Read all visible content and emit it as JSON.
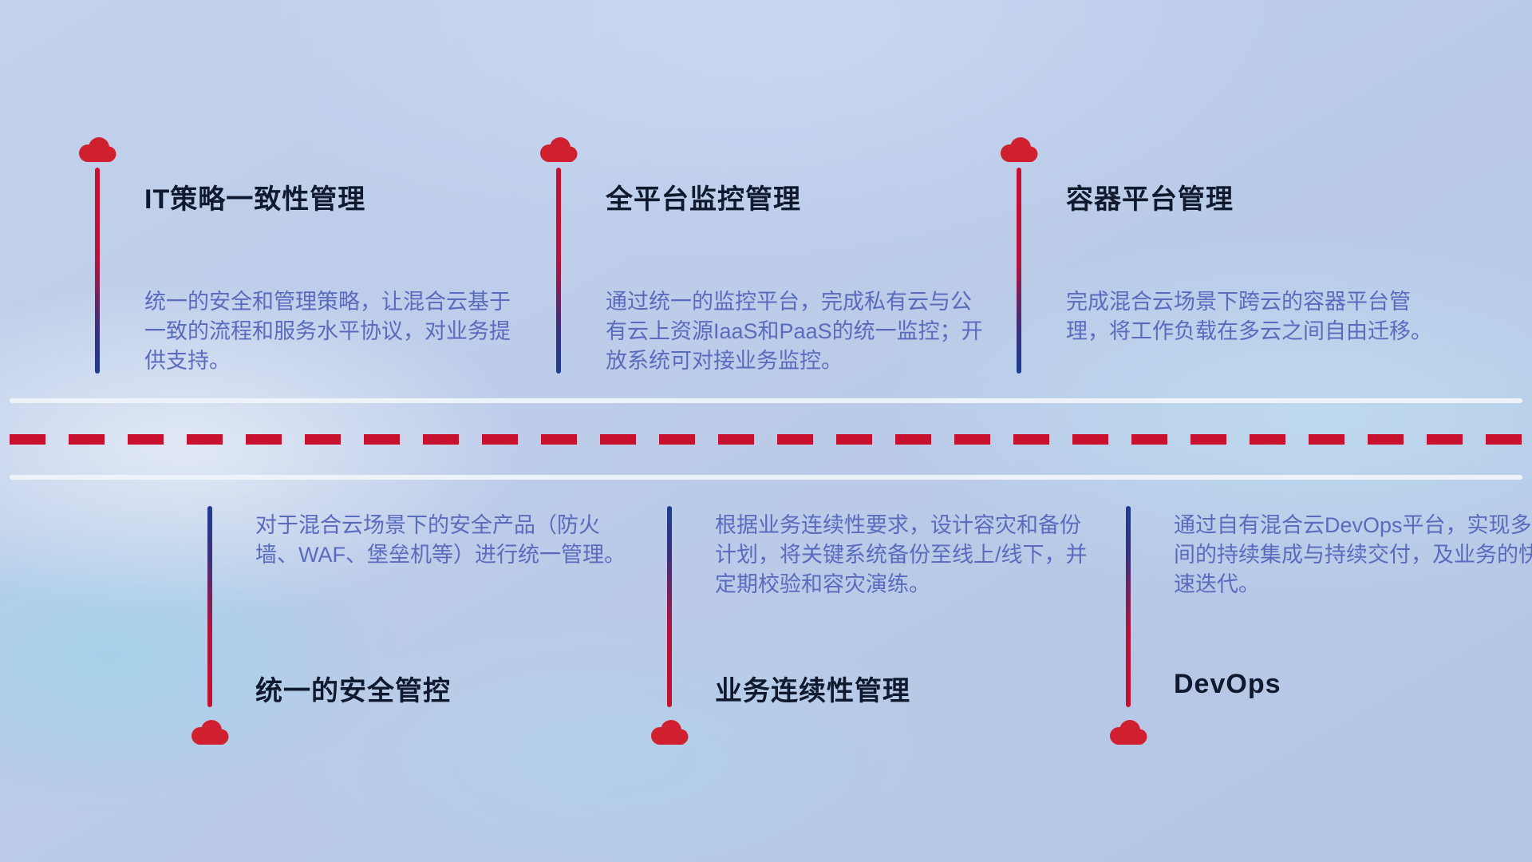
{
  "colors": {
    "cloud_red": "#d0202f",
    "dash_red": "#c8102f",
    "pole_red": "#c8102f",
    "pole_blue": "#1e3d92",
    "title_text": "#10192e",
    "description_text": "#5a6bbd",
    "road_line": "#eef3fa",
    "background_base": "#b9c9e7"
  },
  "top_items": [
    {
      "title": "IT策略一致性管理",
      "description": "统一的安全和管理策略，让混合云基于一致的流程和服务水平协议，对业务提供支持。"
    },
    {
      "title": "全平台监控管理",
      "description": "通过统一的监控平台，完成私有云与公有云上资源IaaS和PaaS的统一监控；开放系统可对接业务监控。"
    },
    {
      "title": "容器平台管理",
      "description": "完成混合云场景下跨云的容器平台管理，将工作负载在多云之间自由迁移。"
    }
  ],
  "bottom_items": [
    {
      "title": "统一的安全管控",
      "description": "对于混合云场景下的安全产品（防火墙、WAF、堡垒机等）进行统一管理。"
    },
    {
      "title": "业务连续性管理",
      "description": "根据业务连续性要求，设计容灾和备份计划，将关键系统备份至线上/线下，并定期校验和容灾演练。"
    },
    {
      "title": "DevOps",
      "description": "通过自有混合云DevOps平台，实现多云间的持续集成与持续交付，及业务的快速迭代。"
    }
  ]
}
